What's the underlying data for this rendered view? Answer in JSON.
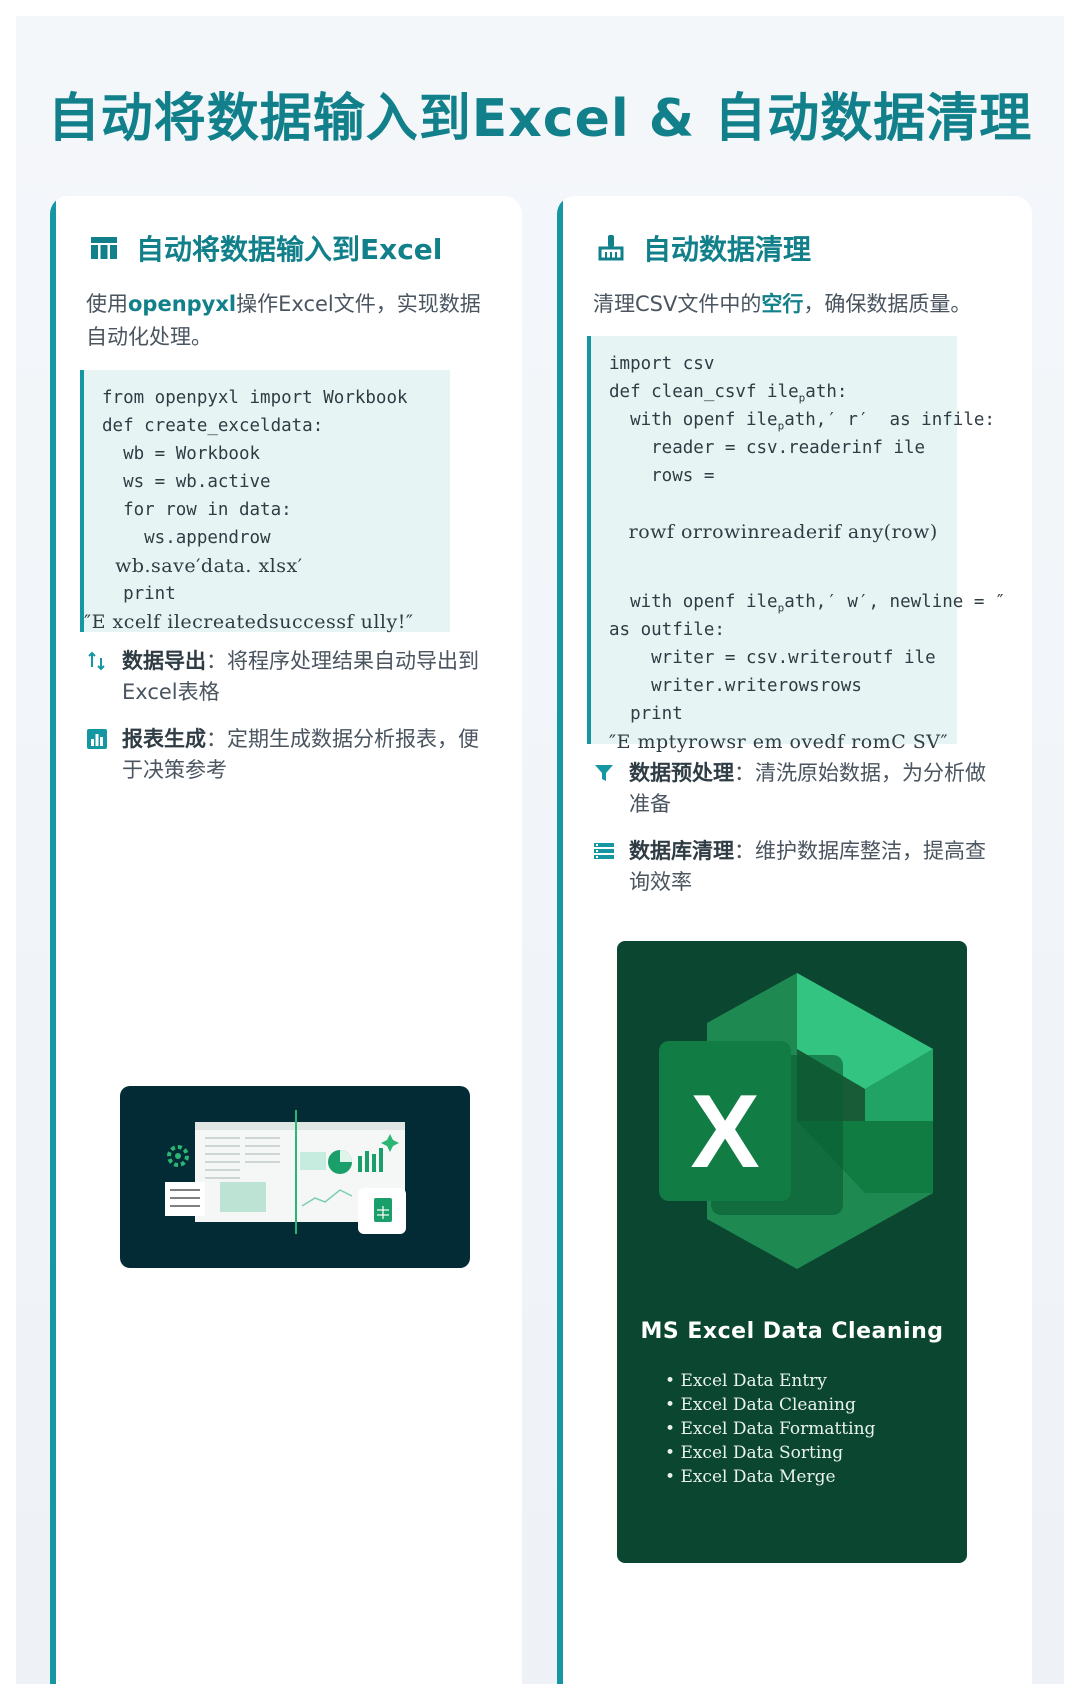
{
  "page_title": "自动将数据输入到Excel & 自动数据清理",
  "left_card": {
    "title": "自动将数据输入到Excel",
    "icon": "table-icon",
    "intro_prefix": "使用",
    "intro_highlight": "openpyxl",
    "intro_suffix": "操作Excel文件，实现数据自动化处理。",
    "code_lines": [
      "from openpyxl import Workbook",
      "def create_exceldata:",
      "  wb = Workbook",
      "  ws = wb.active",
      "  for row in data:",
      "    ws.appendrow",
      "  wb.save′data. xlsx′",
      "  print",
      "″E xcelf ilecreatedsuccessf ully!″"
    ],
    "features": [
      {
        "icon": "sort-arrows-icon",
        "label": "数据导出",
        "text": "：将程序处理结果自动导出到Excel表格"
      },
      {
        "icon": "bar-chart-icon",
        "label": "报表生成",
        "text": "：定期生成数据分析报表，便于决策参考"
      }
    ]
  },
  "right_card": {
    "title": "自动数据清理",
    "icon": "broom-icon",
    "intro_prefix": "清理CSV文件中的",
    "intro_highlight": "空行",
    "intro_suffix": "，确保数据质量。",
    "code_lines": [
      "import csv",
      "def clean_csvf ile",
      "  with openf ile",
      "    reader = csv.readerinf ile",
      "    rows =",
      "",
      "   rowf orrowinreaderif any(row)",
      "",
      "",
      "  with openf ile",
      "as outfile:",
      "    writer = csv.writeroutf ile",
      "    writer.writerowsrows",
      "  print",
      "″E mptyrowsr em ovedf romC SV″"
    ],
    "code_subscripts": {
      "line1": "p",
      "line1_rest": "ath:",
      "line2": "p",
      "line2_rest": "ath,′ r′  as infile:",
      "line9": "p",
      "line9_rest": "ath,′ w′, newline = ″"
    },
    "features": [
      {
        "icon": "filter-icon",
        "label": "数据预处理",
        "text": "：清洗原始数据，为分析做准备"
      },
      {
        "icon": "list-icon",
        "label": "数据库清理",
        "text": "：维护数据库整洁，提高查询效率"
      }
    ],
    "excel_card": {
      "logo_letter": "X",
      "title": "MS Excel Data Cleaning",
      "items": [
        "Excel Data Entry",
        "Excel Data Cleaning",
        "Excel Data Formatting",
        "Excel Data Sorting",
        "Excel Data Merge"
      ]
    }
  },
  "colors": {
    "accent": "#11808a",
    "bar": "#1497a3",
    "code_bg": "#e6f5f4",
    "excel_dark": "#0b4730"
  }
}
